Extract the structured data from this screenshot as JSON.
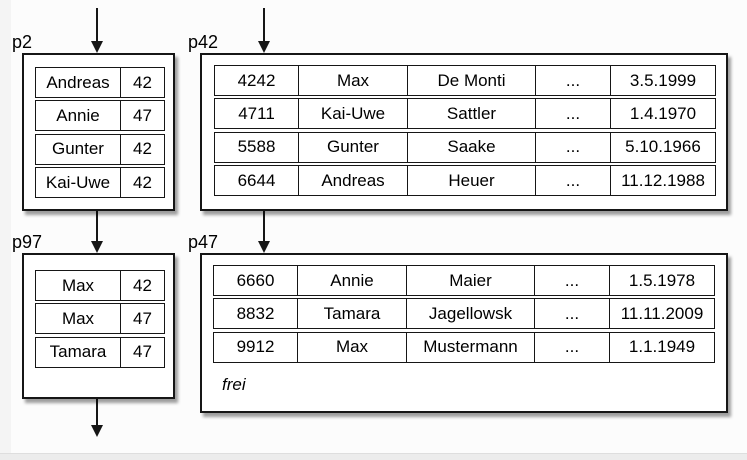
{
  "colors": {
    "line": "#161616",
    "page_fill": "#ffffff",
    "canvas_bg": "#fcfcfc"
  },
  "pages": {
    "p2": {
      "label": "p2",
      "rows": [
        [
          "Andreas",
          "42"
        ],
        [
          "Annie",
          "47"
        ],
        [
          "Gunter",
          "42"
        ],
        [
          "Kai-Uwe",
          "42"
        ]
      ]
    },
    "p42": {
      "label": "p42",
      "rows": [
        [
          "4242",
          "Max",
          "De Monti",
          "...",
          "3.5.1999"
        ],
        [
          "4711",
          "Kai-Uwe",
          "Sattler",
          "...",
          "1.4.1970"
        ],
        [
          "5588",
          "Gunter",
          "Saake",
          "...",
          "5.10.1966"
        ],
        [
          "6644",
          "Andreas",
          "Heuer",
          "...",
          "11.12.1988"
        ]
      ]
    },
    "p97": {
      "label": "p97",
      "rows": [
        [
          "Max",
          "42"
        ],
        [
          "Max",
          "47"
        ],
        [
          "Tamara",
          "47"
        ]
      ]
    },
    "p47": {
      "label": "p47",
      "rows": [
        [
          "6660",
          "Annie",
          "Maier",
          "...",
          "1.5.1978"
        ],
        [
          "8832",
          "Tamara",
          "Jagellowsk",
          "...",
          "11.11.2009"
        ],
        [
          "9912",
          "Max",
          "Mustermann",
          "...",
          "1.1.1949"
        ]
      ],
      "free_label": "frei"
    }
  },
  "arrows": [
    {
      "name": "arrow-into-p2",
      "direction": "down"
    },
    {
      "name": "arrow-into-p42",
      "direction": "down"
    },
    {
      "name": "arrow-p2-to-p97",
      "direction": "down"
    },
    {
      "name": "arrow-p42-to-p47",
      "direction": "down"
    },
    {
      "name": "arrow-out-of-p97",
      "direction": "down"
    }
  ]
}
